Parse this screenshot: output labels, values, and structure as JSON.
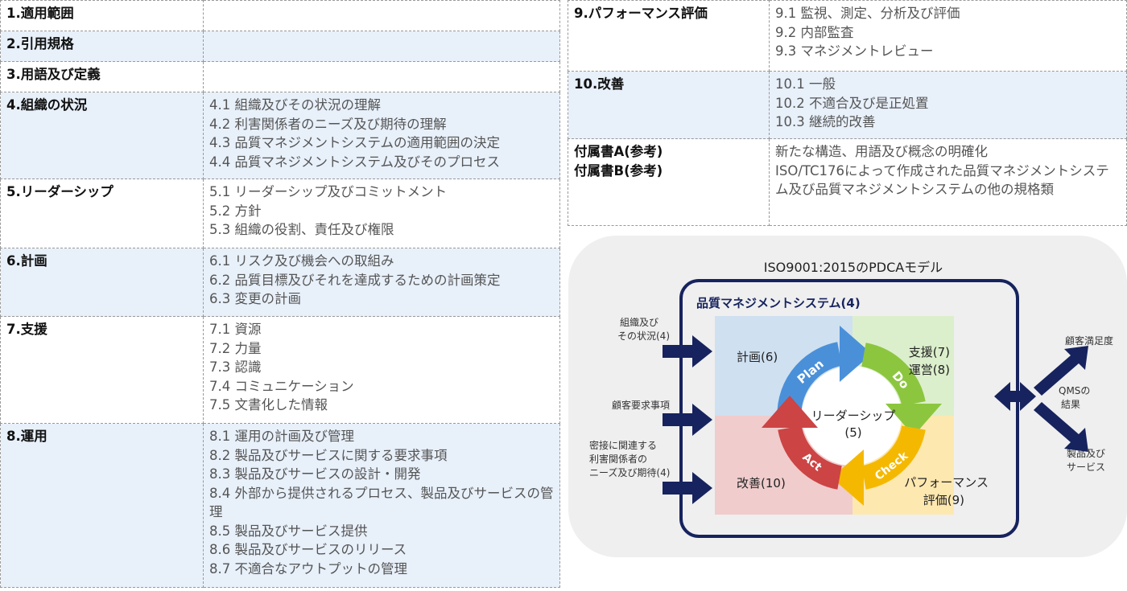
{
  "left_table": [
    {
      "heading": "1.適用範囲",
      "items": []
    },
    {
      "heading": "2.引用規格",
      "items": []
    },
    {
      "heading": "3.用語及び定義",
      "items": []
    },
    {
      "heading": "4.組織の状況",
      "items": [
        "4.1 組織及びその状況の理解",
        "4.2 利害関係者のニーズ及び期待の理解",
        "4.3 品質マネジメントシステムの適用範囲の決定",
        "4.4 品質マネジメントシステム及びそのプロセス"
      ]
    },
    {
      "heading": "5.リーダーシップ",
      "items": [
        "5.1 リーダーシップ及びコミットメント",
        "5.2 方針",
        "5.3 組織の役割、責任及び権限"
      ]
    },
    {
      "heading": "6.計画",
      "items": [
        "6.1 リスク及び機会への取組み",
        "6.2 品質目標及びそれを達成するための計画策定",
        "6.3 変更の計画"
      ]
    },
    {
      "heading": "7.支援",
      "items": [
        "7.1 資源",
        "7.2 力量",
        "7.3 認識",
        "7.4 コミュニケーション",
        "7.5 文書化した情報"
      ]
    },
    {
      "heading": "8.運用",
      "items": [
        "8.1 運用の計画及び管理",
        "8.2 製品及びサービスに関する要求事項",
        "8.3 製品及びサービスの設計・開発",
        "8.4 外部から提供されるプロセス、製品及びサービスの管理",
        "8.5 製品及びサービス提供",
        "8.6 製品及びサービスのリリース",
        "8.7 不適合なアウトプットの管理"
      ]
    }
  ],
  "right_table": [
    {
      "heading": "9.パフォーマンス評価",
      "items": [
        "9.1 監視、測定、分析及び評価",
        "9.2 内部監査",
        "9.3 マネジメントレビュー"
      ]
    },
    {
      "heading": "10.改善",
      "items": [
        "10.1 一般",
        "10.2 不適合及び是正処置",
        "10.3 継続的改善"
      ]
    },
    {
      "headings": [
        "付属書A(参考)",
        "付属書B(参考)"
      ],
      "items": [
        "新たな構造、用語及び概念の明確化",
        "ISO/TC176によって作成された品質マネジメントシステム及び品質マネジメントシステムの他の規格類"
      ]
    }
  ],
  "diagram": {
    "title": "ISO9001:2015のPDCAモデル",
    "system_label": "品質マネジメントシステム(4)",
    "plan": "Plan",
    "do": "Do",
    "check": "Check",
    "act": "Act",
    "center": [
      "リーダーシップ",
      "(5)"
    ],
    "q_plan": "計画(6)",
    "q_do": [
      "支援(7)",
      "運営(8)"
    ],
    "q_act": "改善(10)",
    "q_check": [
      "パフォーマンス",
      "評価(9)"
    ],
    "inputs": [
      [
        "組織及び",
        "その状況(4)"
      ],
      [
        "顧客要求事項"
      ],
      [
        "密接に関連する",
        "利害関係者の",
        "ニーズ及び期待(4)"
      ]
    ],
    "outputs": {
      "satisfaction": "顧客満足度",
      "result": [
        "QMSの",
        "結果"
      ],
      "products": [
        "製品及び",
        "サービス"
      ]
    },
    "colors": {
      "navy": "#17235e",
      "plan": "#4a90d9",
      "do": "#8cc63f",
      "check": "#f5b800",
      "act": "#cc4444"
    }
  }
}
